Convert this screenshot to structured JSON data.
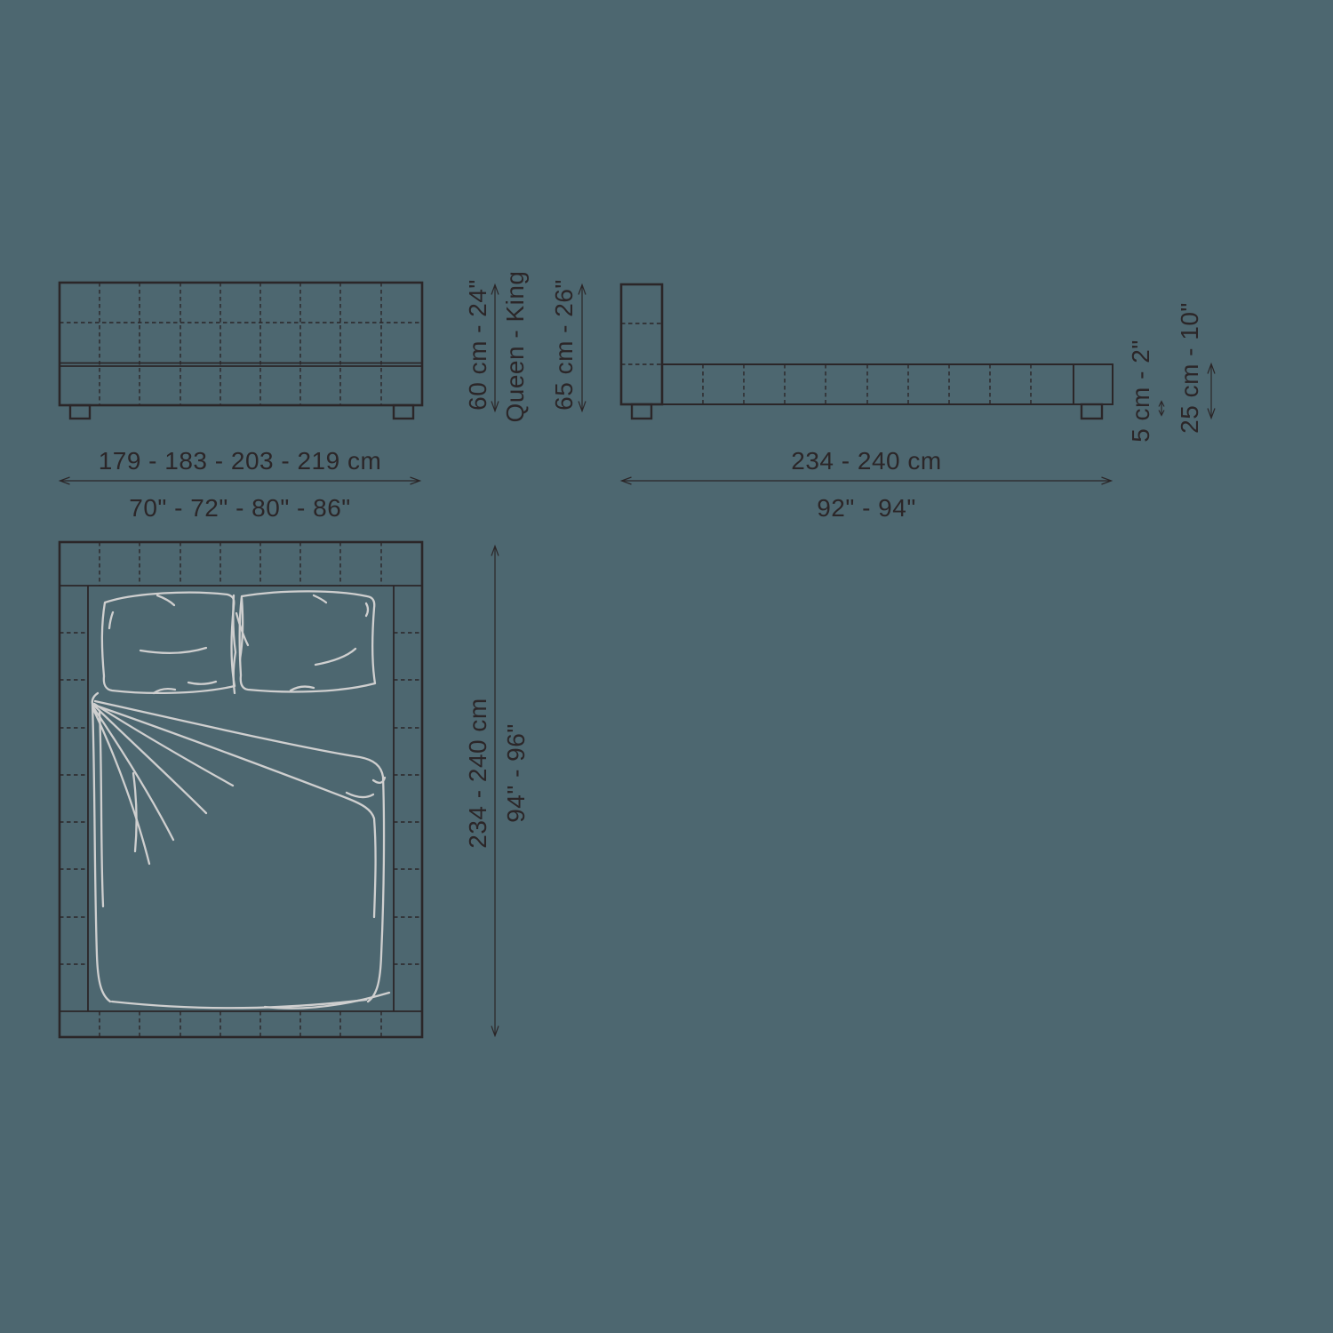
{
  "diagram_title": "bed-technical-dimension-drawing",
  "colors": {
    "background": "#4d6770",
    "line": "#2b2628",
    "sketch_line": "#cfcfcf",
    "text": "#2b2628"
  },
  "views": {
    "front": {
      "width_cm": "179 - 183 - 203 - 219 cm",
      "width_in": "70\" - 72\" - 80\" - 86\"",
      "headboard_height_a": "60 cm - 24\"",
      "size_range": "Queen - King",
      "headboard_height_b": "65 cm - 26\""
    },
    "side": {
      "length_cm": "234 - 240 cm",
      "length_in": "92\" - 94\"",
      "foot_clearance": "5 cm - 2\"",
      "base_height": "25 cm - 10\""
    },
    "top": {
      "length_cm": "234 - 240 cm",
      "length_in": "94\" - 96\""
    }
  }
}
